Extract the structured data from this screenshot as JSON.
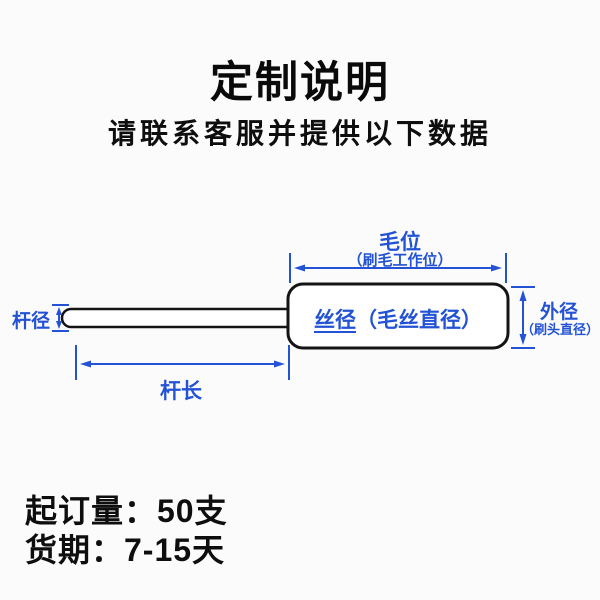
{
  "header": {
    "title": "定制说明",
    "subtitle": "请联系客服并提供以下数据"
  },
  "diagram": {
    "description": "brush-dimension-diagram",
    "bristle_position": {
      "label": "毛位",
      "note": "（刷毛工作位）"
    },
    "rod_diameter": {
      "label": "杆径"
    },
    "wire_diameter": {
      "label": "丝径",
      "note": "（毛丝直径）"
    },
    "outer_diameter": {
      "label": "外径",
      "note": "（刷头直径）"
    },
    "rod_length": {
      "label": "杆长"
    },
    "colors": {
      "annotation_blue": "#2353d4",
      "outline_black": "#141414",
      "shape_fill": "#ffffff",
      "background": "#fbfbfb"
    }
  },
  "footer": {
    "moq": "起订量：50支",
    "lead_time": "货期：7-15天"
  }
}
